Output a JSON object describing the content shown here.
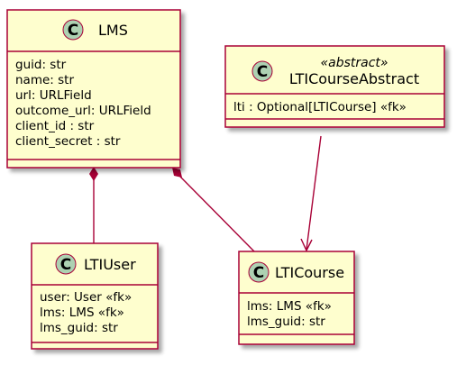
{
  "colors": {
    "box_fill": "#FEFECE",
    "box_border": "#A80036",
    "circle_fill": "#ADD1B2",
    "shadow": "#C8C8C8"
  },
  "classes": {
    "lms": {
      "letter": "C",
      "name": "LMS",
      "fields": [
        "guid: str",
        "name: str",
        "url: URLField",
        "outcome_url: URLField",
        "client_id : str",
        "client_secret : str"
      ]
    },
    "lti_course_abstract": {
      "letter": "C",
      "stereotype": "«abstract»",
      "name": "LTICourseAbstract",
      "fields": [
        "lti : Optional[LTICourse] «fk»"
      ]
    },
    "lti_user": {
      "letter": "C",
      "name": "LTIUser",
      "fields": [
        "user: User «fk»",
        "lms: LMS «fk»",
        "lms_guid: str"
      ]
    },
    "lti_course": {
      "letter": "C",
      "name": "LTICourse",
      "fields": [
        "lms: LMS «fk»",
        "lms_guid: str"
      ]
    }
  },
  "relations": [
    {
      "from": "lms",
      "to": "lti_user",
      "type": "composition"
    },
    {
      "from": "lms",
      "to": "lti_course",
      "type": "composition"
    },
    {
      "from": "lti_course_abstract",
      "to": "lti_course",
      "type": "association-arrow"
    }
  ]
}
